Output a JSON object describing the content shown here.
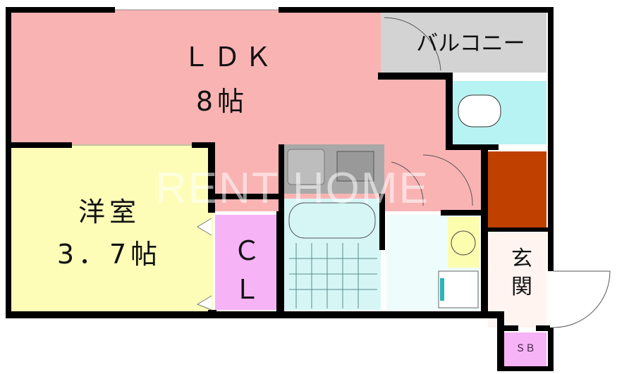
{
  "rooms": {
    "ldk": {
      "name": "ＬＤＫ",
      "size": "8帖",
      "color": "#f9b3b3"
    },
    "western": {
      "name": "洋室",
      "size": "3．7帖",
      "color": "#fdfdb8"
    },
    "closet": {
      "name": "Ｃ",
      "name2": "Ｌ",
      "color": "#f6b3f6"
    },
    "balcony": {
      "name": "バルコニー",
      "color": "#d3d3d3"
    },
    "entrance": {
      "name": "玄",
      "name2": "関"
    },
    "shoebox": {
      "name": "ＳＢ",
      "color": "#f6b3f6"
    }
  },
  "watermark": "RENT HOME",
  "colors": {
    "wall": "#000000",
    "toilet": "#b8f3f3",
    "storage": "#c04000",
    "kitchen": "#a8a8a8",
    "bath": "#d6f6f6"
  }
}
